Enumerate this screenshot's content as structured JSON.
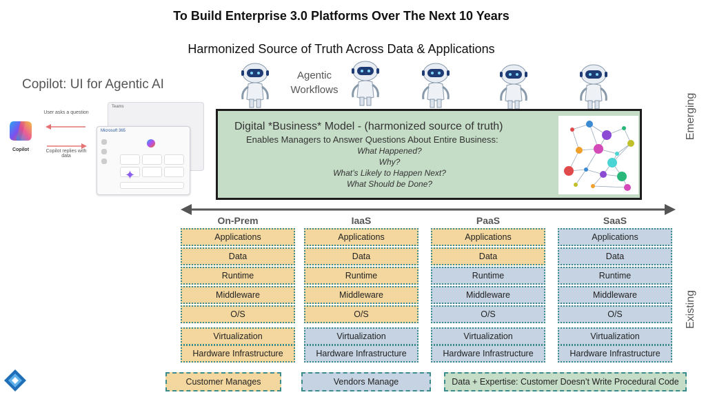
{
  "header": {
    "title": "To Build Enterprise 3.0 Platforms Over The Next 10 Years",
    "subtitle": "Harmonized Source of Truth Across Data & Applications"
  },
  "copilot_panel": {
    "heading": "Copilot: UI for Agentic AI",
    "app_name": "Copilot",
    "ask_text": "User asks a question",
    "reply_text": "Copilot replies with data",
    "teams_title": "Teams",
    "m365_title": "Microsoft 365"
  },
  "agentic_label": "Agentic Workflows",
  "side_labels": {
    "top": "Emerging",
    "bottom": "Existing"
  },
  "business_model": {
    "title": "Digital *Business* Model - (harmonized source of truth)",
    "subtitle": "Enables Managers to Answer Questions About Entire Business:",
    "questions": [
      "What Happened?",
      "Why?",
      "What’s Likely to Happen Next?",
      "What Should be Done?"
    ]
  },
  "columns": [
    {
      "name": "On-Prem",
      "customer_rows": 7
    },
    {
      "name": "IaaS",
      "customer_rows": 5
    },
    {
      "name": "PaaS",
      "customer_rows": 2
    },
    {
      "name": "SaaS",
      "customer_rows": 0
    }
  ],
  "layers": [
    "Applications",
    "Data",
    "Runtime",
    "Middleware",
    "O/S",
    "Virtualization",
    "Hardware Infrastructure"
  ],
  "legend": {
    "customer": "Customer Manages",
    "vendor": "Vendors Manage",
    "data": "Data + Expertise: Customer Doesn’t Write Procedural Code"
  },
  "colors": {
    "customer": "#f4d79e",
    "vendor": "#c5d3e3",
    "green": "#c5dcc6",
    "border": "#3a8c8c",
    "arrow": "#555555"
  },
  "icons": [
    "robot-icon",
    "copilot-logo-icon",
    "company-logo-icon",
    "network-graph-image"
  ]
}
